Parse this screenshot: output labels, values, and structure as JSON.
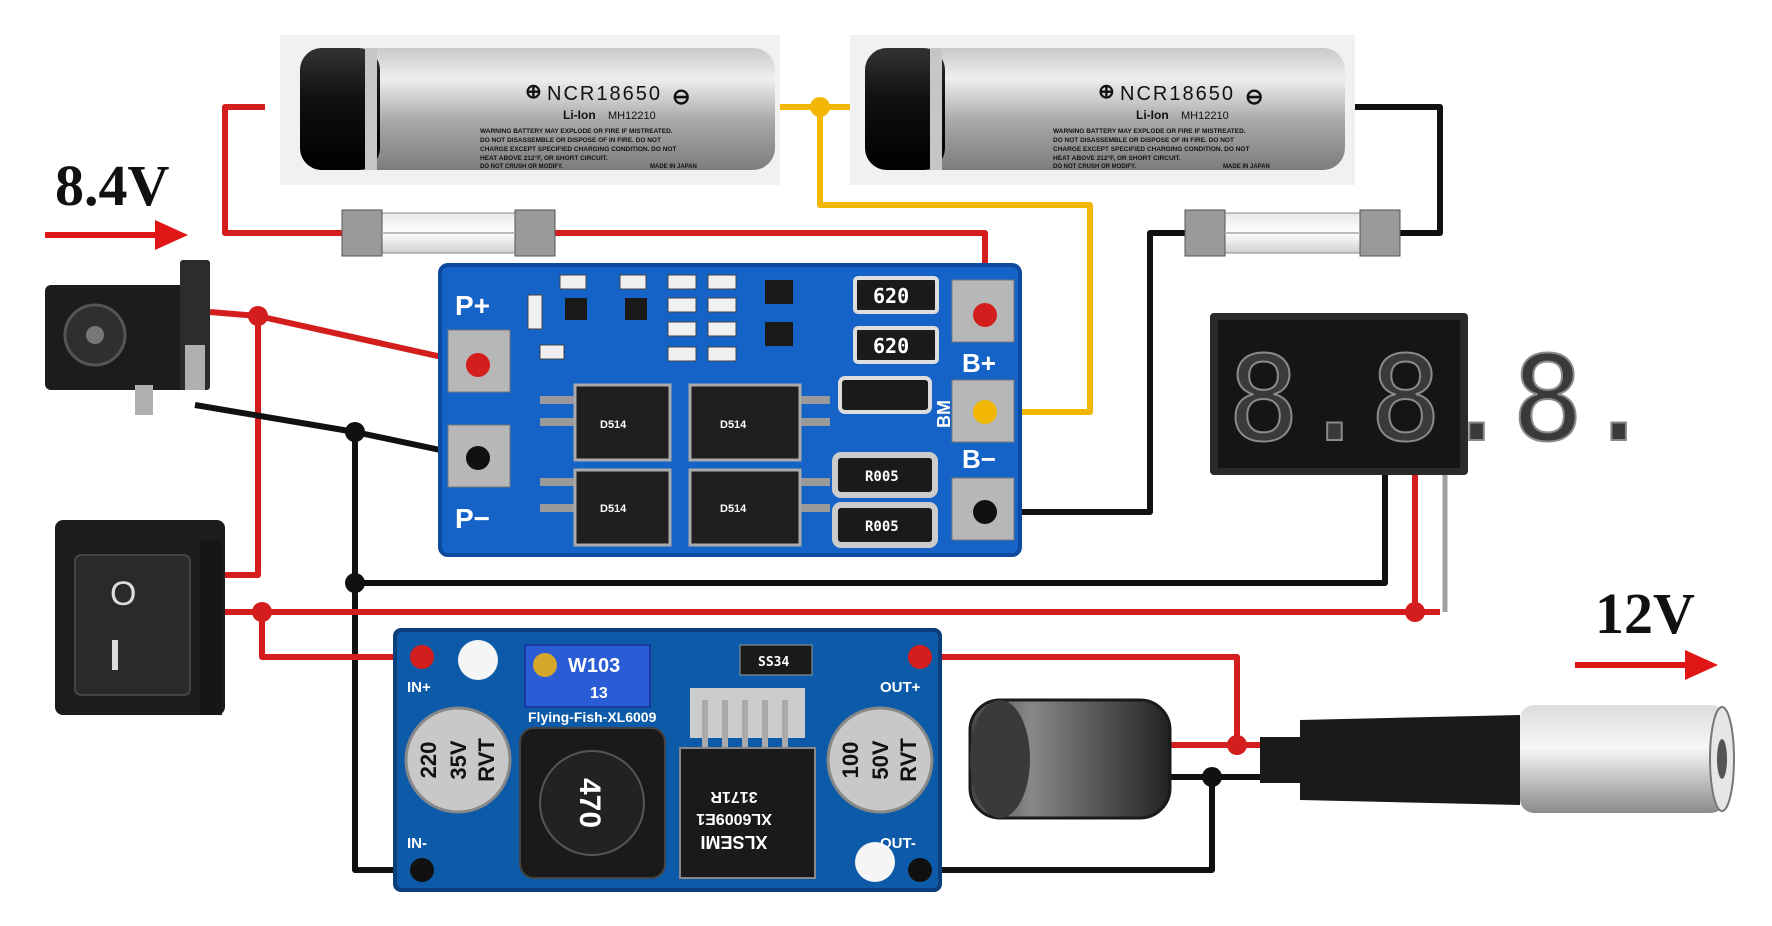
{
  "input_label": "8.4V",
  "output_label": "12V",
  "battery_1": {
    "model": "NCR18650",
    "chem": "Li-Ion",
    "code": "MH12210",
    "warning_lines": [
      "WARNING BATTERY MAY EXPLODE OR FIRE IF MISTREATED.",
      "DO NOT DISASSEMBLE OR DISPOSE OF IN FIRE. DO NOT",
      "CHARGE EXCEPT SPECIFIED CHARGING CONDITION. DO NOT",
      "HEAT ABOVE 212°F, OR SHORT CIRCUIT.",
      "DO NOT CRUSH OR MODIFY."
    ],
    "origin": "MADE IN JAPAN"
  },
  "battery_2": {
    "model": "NCR18650",
    "chem": "Li-Ion",
    "code": "MH12210",
    "warning_lines": [
      "WARNING BATTERY MAY EXPLODE OR FIRE IF MISTREATED.",
      "DO NOT DISASSEMBLE OR DISPOSE OF IN FIRE. DO NOT",
      "CHARGE EXCEPT SPECIFIED CHARGING CONDITION. DO NOT",
      "HEAT ABOVE 212°F, OR SHORT CIRCUIT.",
      "DO NOT CRUSH OR MODIFY."
    ],
    "origin": "MADE IN JAPAN"
  },
  "bms": {
    "p_plus": "P+",
    "p_minus": "P−",
    "b_plus": "B+",
    "b_minus": "B−",
    "bm": "BM",
    "resistor_1": "620",
    "resistor_2": "620",
    "shunt_1": "R005",
    "shunt_2": "R005",
    "mosfet_labels": [
      "D514",
      "D514",
      "D514",
      "D514"
    ]
  },
  "voltmeter": {
    "digits": "8.8.8."
  },
  "converter": {
    "in_plus": "IN+",
    "in_minus": "IN-",
    "out_plus": "OUT+",
    "out_minus": "OUT-",
    "pot": "W103",
    "pot_sub": "13",
    "brand": "Flying-Fish-XL6009",
    "cap_in": [
      "220",
      "35V",
      "RVT"
    ],
    "cap_out": [
      "100",
      "50V",
      "RVT"
    ],
    "inductor": "470",
    "ic": [
      "XLSEMI",
      "XL6009E1",
      "3171R"
    ],
    "diode": "SS34"
  },
  "colors": {
    "wire_red": "#d41e1e",
    "wire_black": "#111111",
    "wire_yellow": "#f2b705",
    "pcb_blue": "#1663c7",
    "arrow_red": "#e01515"
  }
}
